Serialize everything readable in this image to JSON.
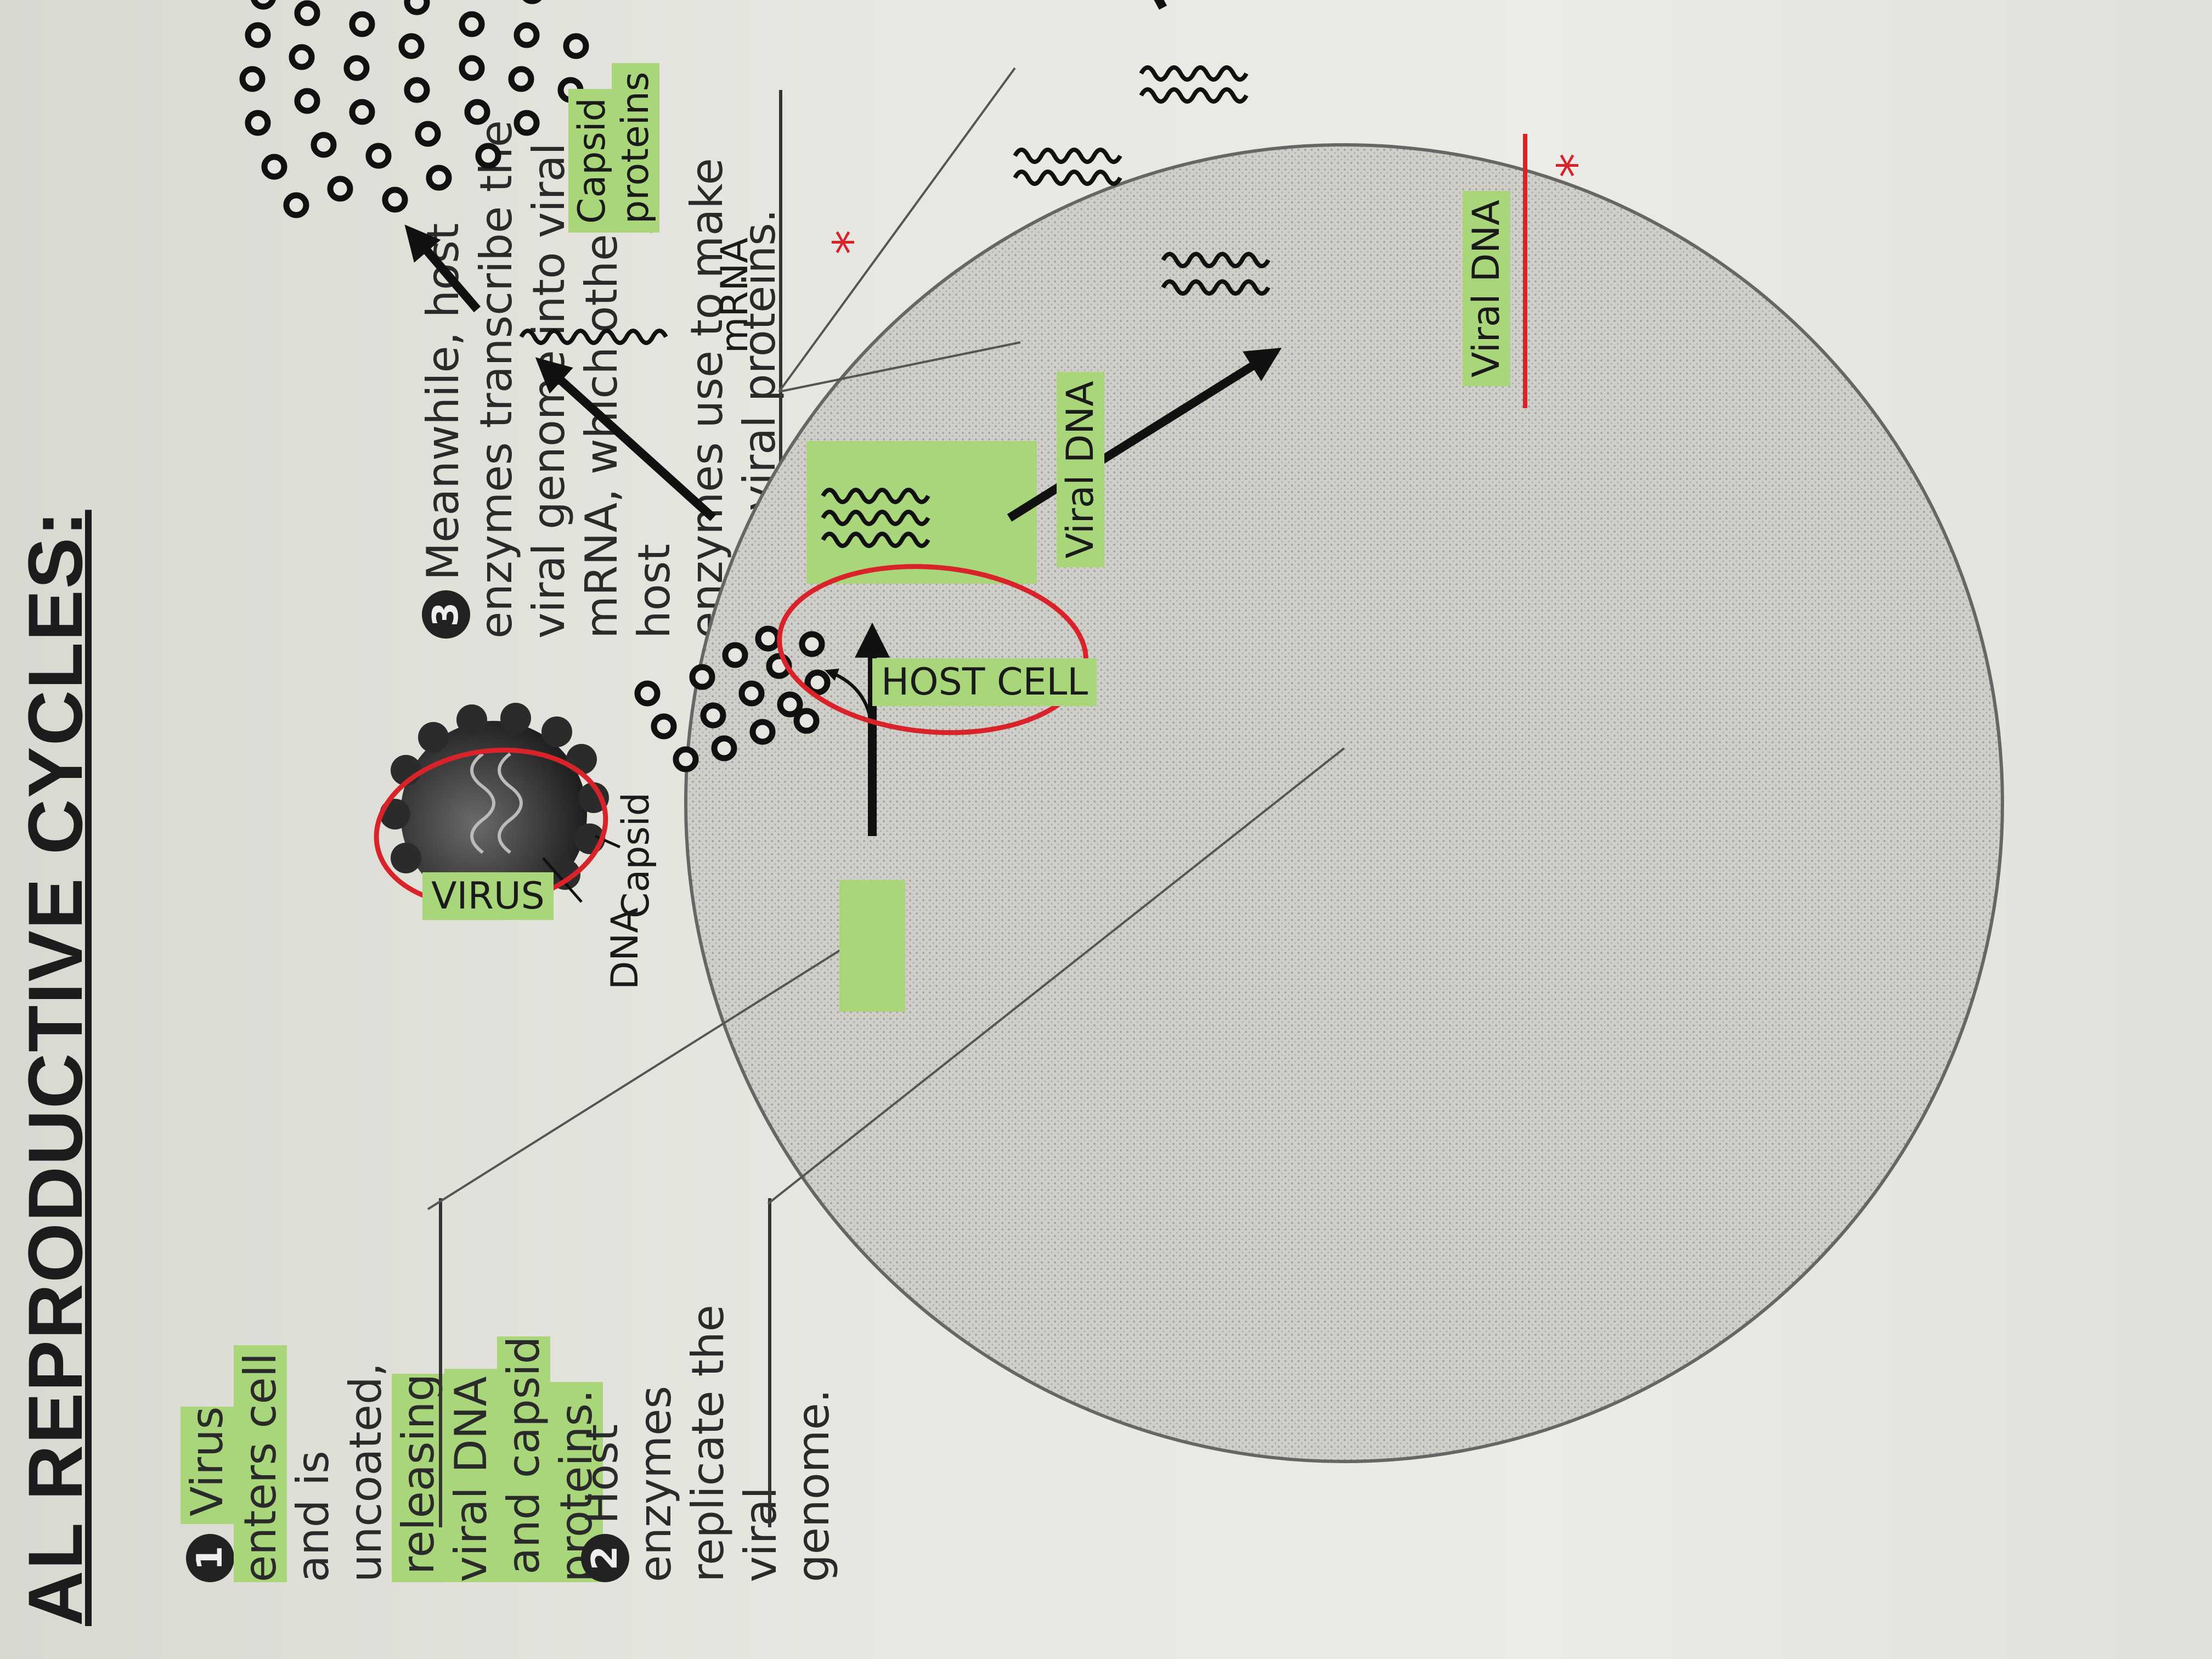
{
  "title": "AL REPRODUCTIVE CYCLES:",
  "steps": [
    {
      "num": "1",
      "line1": "Virus enters cell",
      "line2": "and is uncoated,",
      "line3": "releasing viral DNA",
      "line4": "and capsid proteins."
    },
    {
      "num": "2",
      "line1": "Host enzymes",
      "line2": "replicate the viral",
      "line3": "genome."
    },
    {
      "num": "3",
      "line1": "Meanwhile, host",
      "line2": "enzymes transcribe the",
      "line3": "viral genome into viral",
      "line4": "mRNA, which other host",
      "line5": "enzymes use to make",
      "line6": "more viral proteins."
    }
  ],
  "labels": {
    "virus": "VIRUS",
    "dna": "DNA",
    "capsid": "Capsid",
    "host_cell": "HOST CELL",
    "viral_dna_top": "Viral DNA",
    "viral_dna_bottom": "Viral DNA",
    "mrna": "mRNA",
    "capsid_proteins_1": "Capsid",
    "capsid_proteins_2": "proteins"
  },
  "annotations": {
    "star": "*"
  },
  "colors": {
    "highlight": "#a9d67a",
    "pen": "#d8232a",
    "ink": "#1c1c1c"
  }
}
